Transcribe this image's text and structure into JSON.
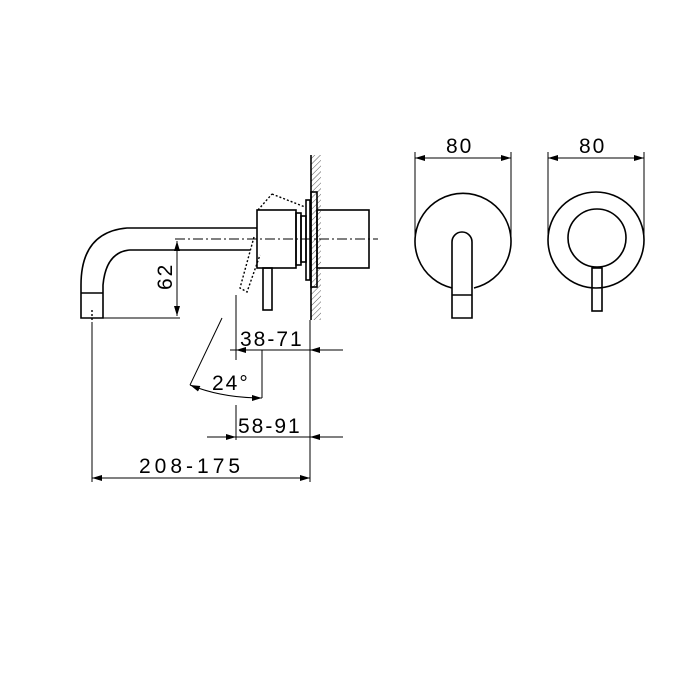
{
  "dimensions": {
    "spout_height": "62",
    "wall_depth_1": "38-71",
    "lever_angle": "24°",
    "wall_depth_2": "58-91",
    "spout_projection": "208-175",
    "plate_width_front": "80",
    "plate_width_back": "80"
  },
  "colors": {
    "line": "#000000",
    "background": "#ffffff"
  }
}
